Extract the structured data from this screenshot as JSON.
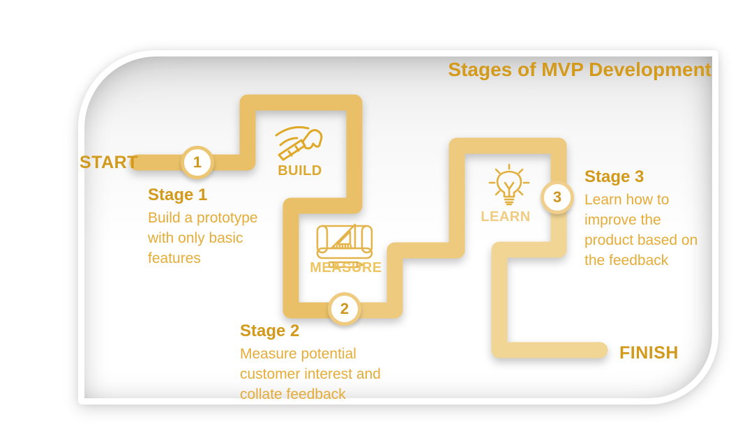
{
  "title": "Stages of MVP Development",
  "route": {
    "start_label": "START",
    "finish_label": "FINISH"
  },
  "stages": [
    {
      "number": "1",
      "step_label": "BUILD",
      "icon": "hammer-icon",
      "heading": "Stage 1",
      "description": "Build a prototype with only basic features"
    },
    {
      "number": "2",
      "step_label": "MEASURE",
      "icon": "blueprint-set-square-icon",
      "heading": "Stage 2",
      "description": "Measure potential customer interest and collate feedback"
    },
    {
      "number": "3",
      "step_label": "LEARN",
      "icon": "lightbulb-icon",
      "heading": "Stage 3",
      "description": "Learn how to improve the product based on the feedback"
    }
  ],
  "colors": {
    "heading_gold": "#D2991B",
    "body_gold": "#E5AC38",
    "path_start": "#E9C068",
    "path_mid": "#EDCA7E",
    "path_end": "#F1D595",
    "number_gold": "#CE961C"
  }
}
